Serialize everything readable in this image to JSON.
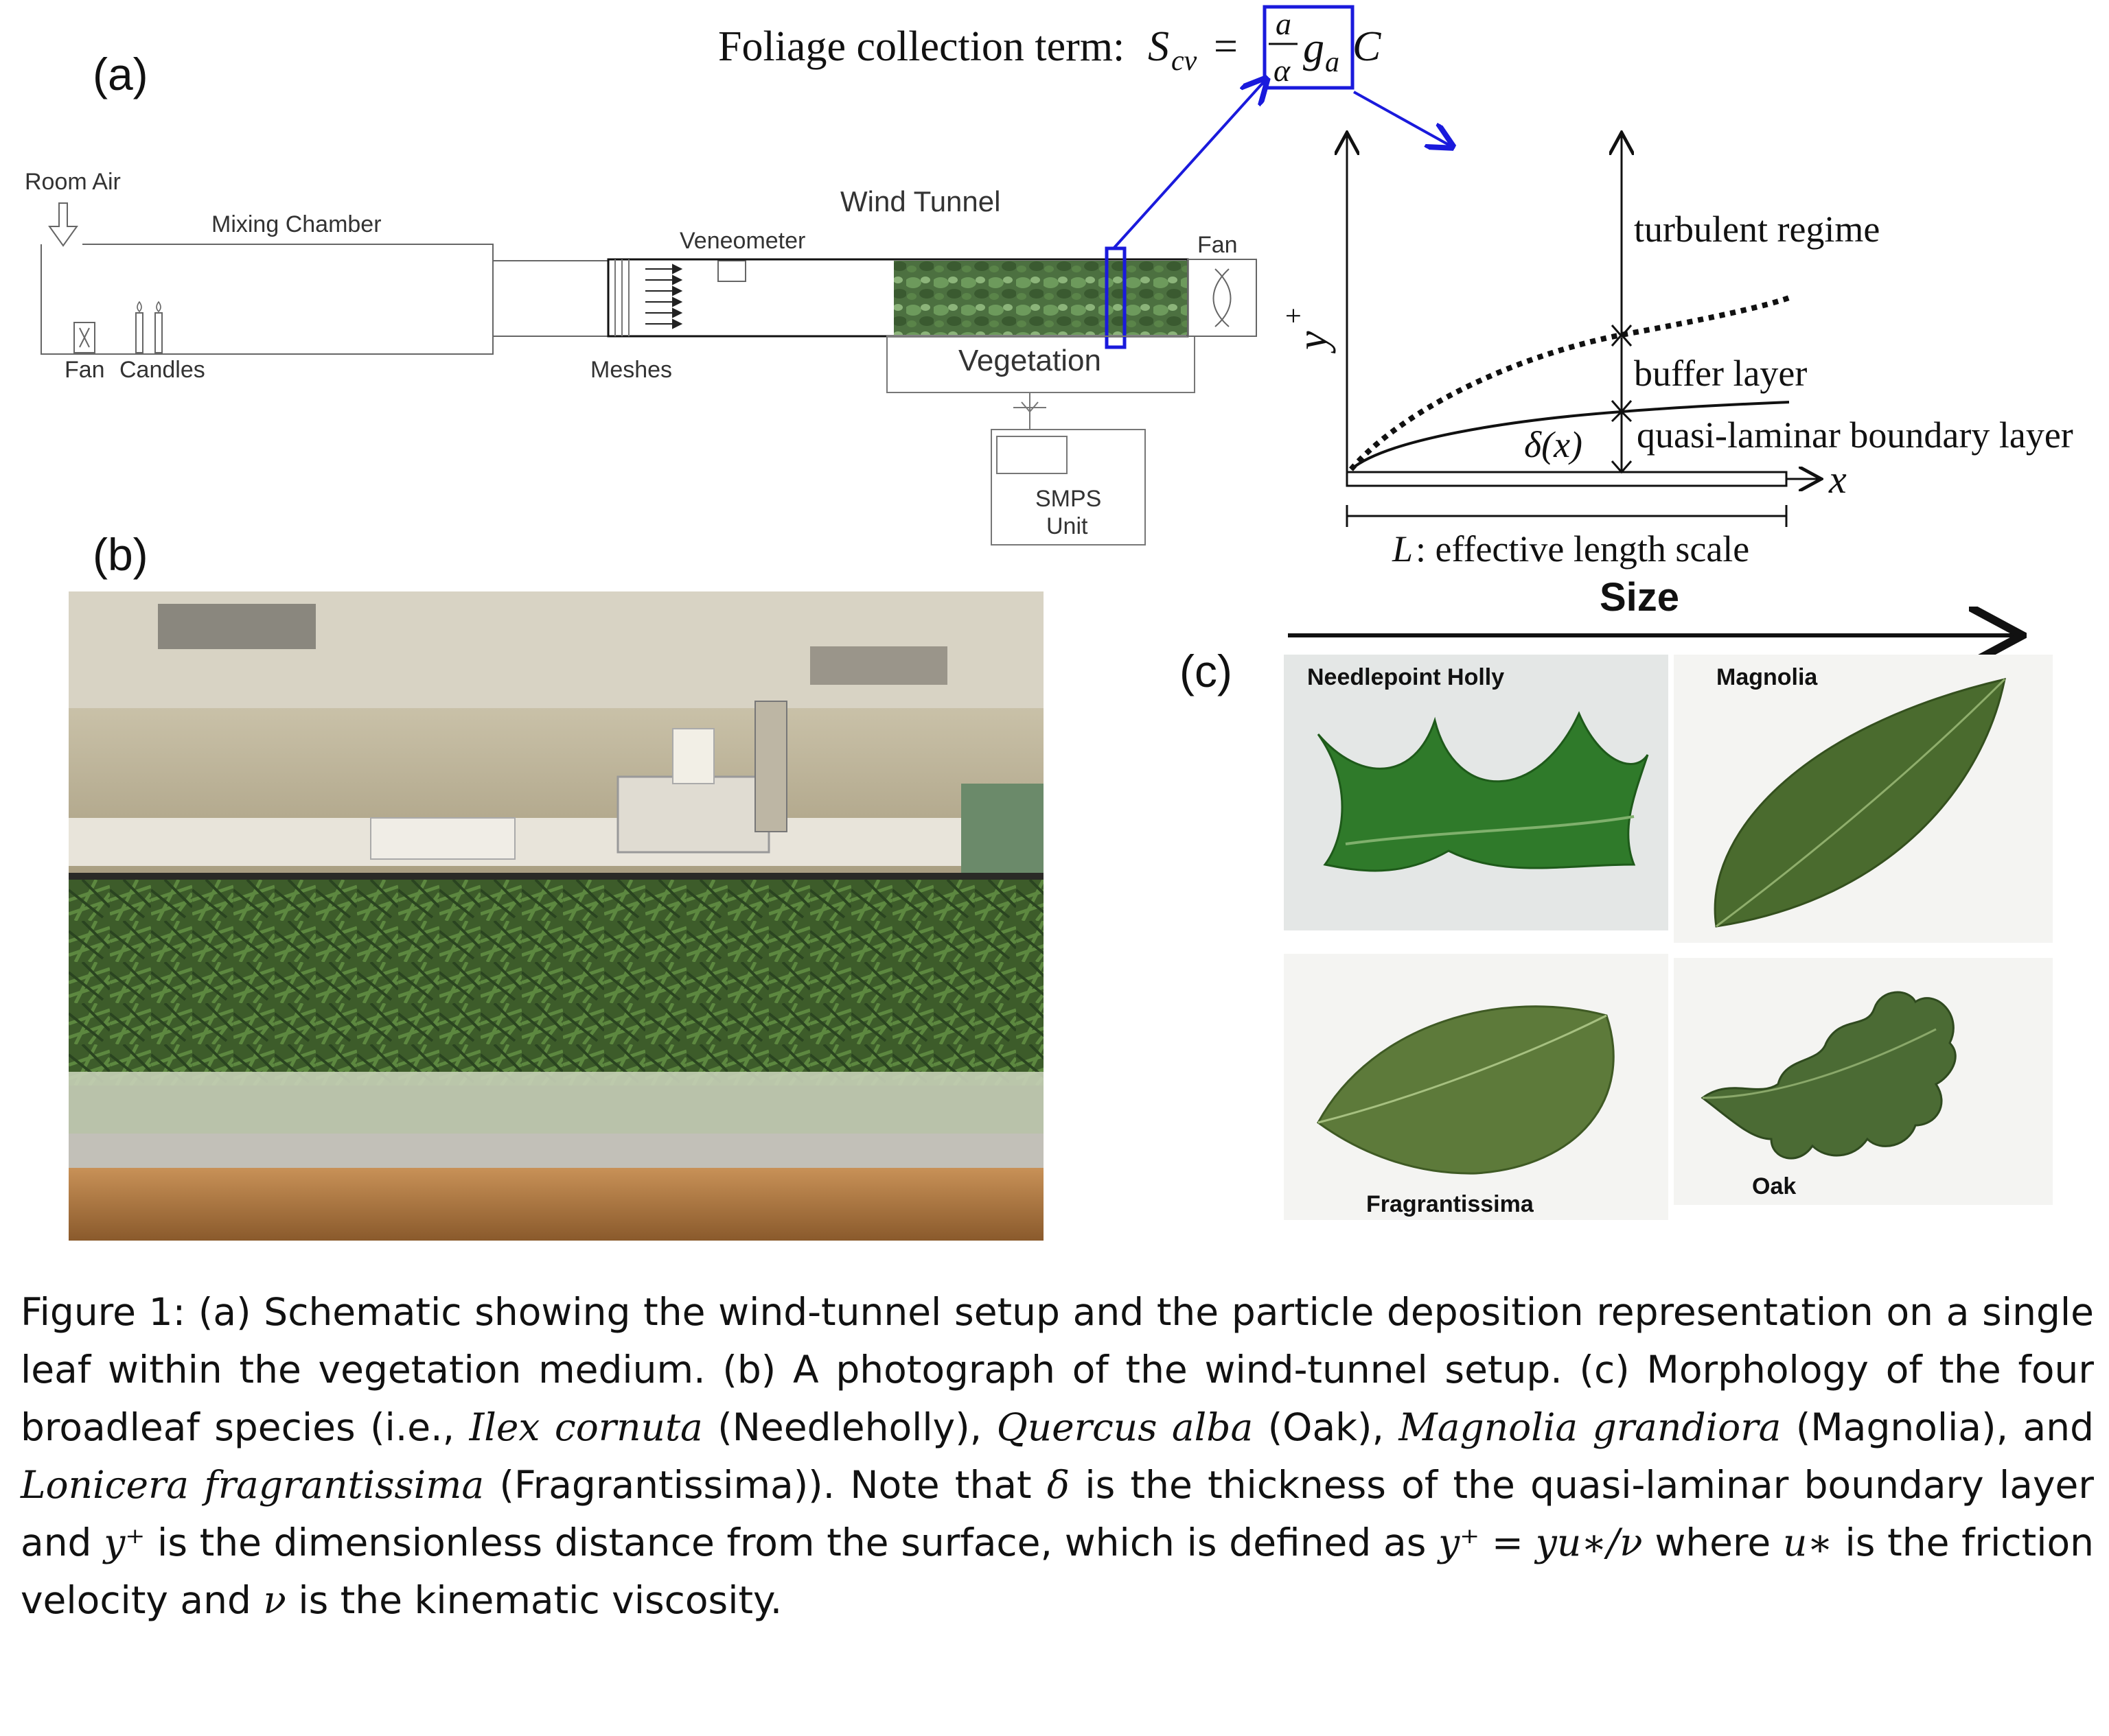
{
  "panels": {
    "a": "(a)",
    "b": "(b)",
    "c": "(c)"
  },
  "schematic": {
    "room_air": "Room Air",
    "mixing_chamber": "Mixing Chamber",
    "fan_left": "Fan",
    "candles": "Candles",
    "wind_tunnel": "Wind Tunnel",
    "veneometer": "Veneometer",
    "meshes": "Meshes",
    "vegetation": "Vegetation",
    "fan_right": "Fan",
    "smps_line1": "SMPS",
    "smps_line2": "Unit"
  },
  "equation": {
    "label": "Foliage collection term: ",
    "lhs": "S",
    "lhs_sub": "cv",
    "equals": " =",
    "frac_num": "a",
    "frac_den": "α",
    "g": "g",
    "g_sub": "a",
    "C": "C"
  },
  "boundary_layer": {
    "y_axis": "y",
    "y_sup": "+",
    "x_axis": "x",
    "turbulent": "turbulent regime",
    "buffer": "buffer layer",
    "laminar": "quasi-laminar boundary layer",
    "delta": "δ(x)",
    "length_L": "L",
    "length_rest": ": effective length scale"
  },
  "size_label": "Size",
  "leaves": {
    "needlepoint": "Needlepoint Holly",
    "magnolia": "Magnolia",
    "fragrantissima": "Fragrantissima",
    "oak": "Oak"
  },
  "caption": {
    "p1": "Figure 1: (a) Schematic showing the wind-tunnel setup and the particle deposition representation on a single leaf within the vegetation medium. (b) A photograph of the wind-tunnel setup. (c) Morphology of the four broadleaf species (i.e., ",
    "sp1": "Ilex cornuta",
    "p2": " (Needleholly), ",
    "sp2": "Quercus alba",
    "p3": " (Oak), ",
    "sp3": "Magnolia grandiora",
    "p4": " (Magnolia), and ",
    "sp4": "Lonicera fragrantissima",
    "p5": " (Fragrantissima)). Note that ",
    "m1": "δ",
    "p6": " is the thickness of the quasi-laminar boundary layer and ",
    "m2": "y⁺",
    "p7": " is the dimensionless distance from the surface, which is defined as ",
    "m3": "y⁺ = yu∗/ν",
    "p8": " where ",
    "m4": "u∗",
    "p9": " is the friction velocity and ",
    "m5": "ν",
    "p10": " is the kinematic viscosity."
  },
  "colors": {
    "highlight": "#1a1adc",
    "leaf": "#3f6a2e",
    "wood": "#b07a45"
  }
}
